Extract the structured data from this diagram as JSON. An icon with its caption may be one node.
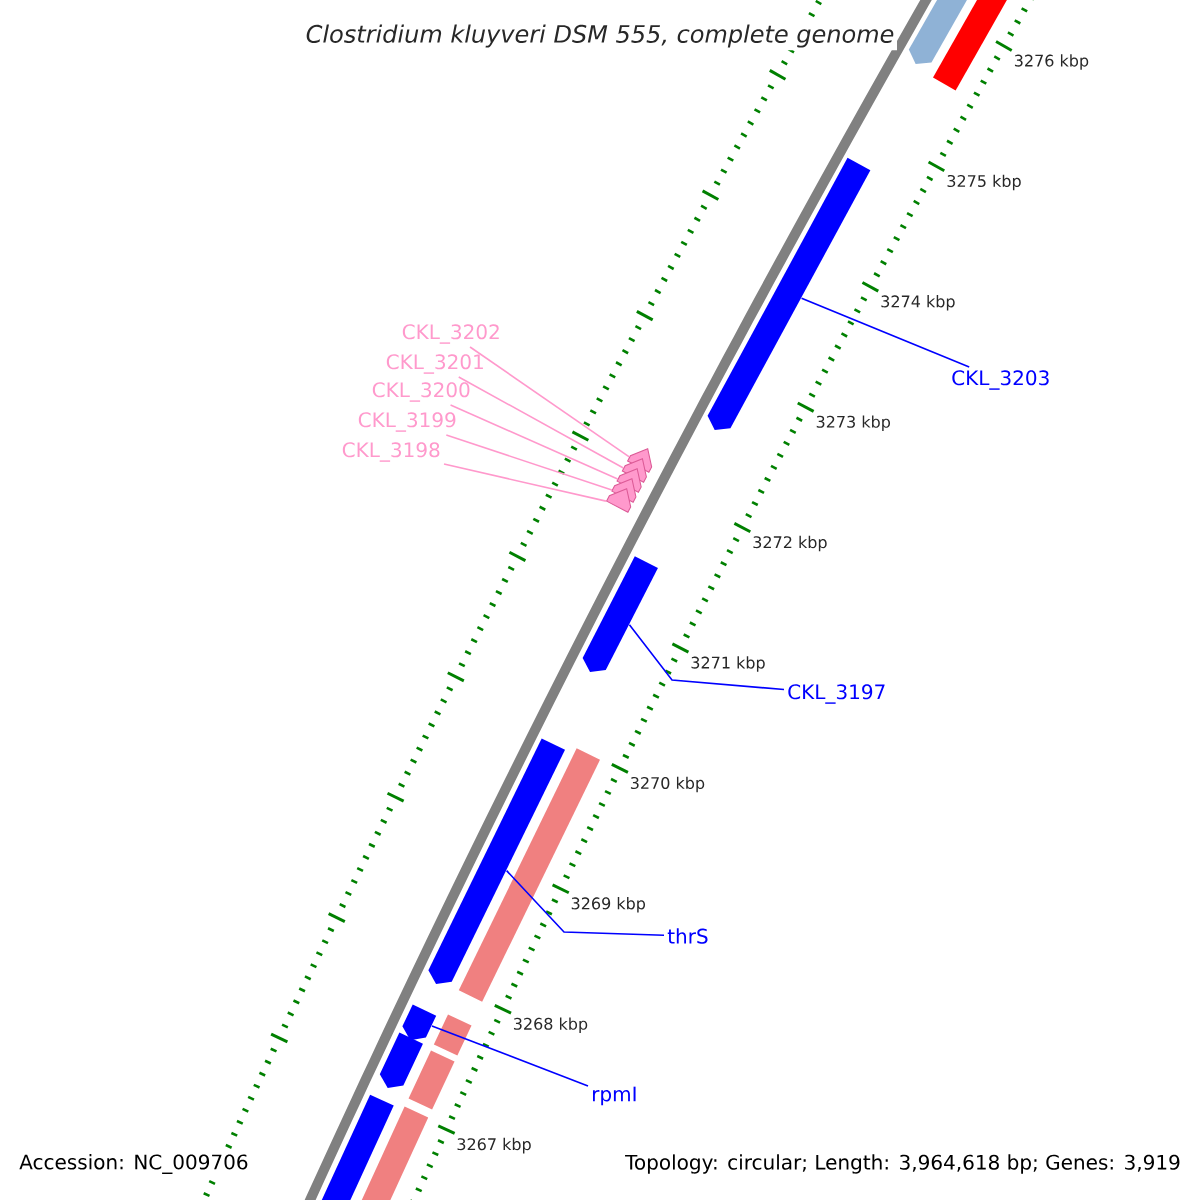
{
  "diagram": {
    "title": "Clostridium kluyveri DSM 555, complete genome",
    "nodes": [
      {
        "text": [
          "CKL_3202"
        ]
      },
      {
        "text": [
          "CKL_3201"
        ]
      },
      {
        "text": [
          "CKL_3200"
        ]
      },
      {
        "text": [
          "CKL_3199"
        ]
      },
      {
        "text": [
          "CKL_3198"
        ]
      },
      {
        "text": [
          "CKL_3203"
        ]
      },
      {
        "text": [
          "CKL_3197"
        ]
      },
      {
        "text": [
          "thrS"
        ]
      },
      {
        "text": [
          "rpmI"
        ]
      },
      {
        "text": [],
        "shape": "bar"
      },
      {
        "text": [],
        "shape": "bar"
      },
      {
        "text": [],
        "shape": "bar"
      },
      {
        "text": [],
        "shape": "bar"
      },
      {
        "text": [],
        "shape": "bar"
      },
      {
        "text": [],
        "shape": "bar"
      },
      {
        "text": [],
        "shape": "bar"
      },
      {
        "text": [],
        "shape": "bar"
      },
      {
        "text": [],
        "shape": "bar"
      },
      {
        "text": [],
        "shape": "bar"
      },
      {
        "text": [],
        "shape": "bar"
      },
      {
        "text": [],
        "shape": "bar"
      },
      {
        "text": [],
        "shape": "bar"
      },
      {
        "text": [],
        "shape": "bar"
      },
      {
        "text": [],
        "shape": "bar"
      },
      {
        "text": [],
        "shape": "bar"
      },
      {
        "text": [],
        "shape": "bar"
      }
    ],
    "edges": [
      {
        "from": 0,
        "to": 9,
        "arrow": "none"
      },
      {
        "from": 1,
        "to": 10,
        "arrow": "none"
      },
      {
        "from": 2,
        "to": 11,
        "arrow": "none"
      },
      {
        "from": 3,
        "to": 12,
        "arrow": "none"
      },
      {
        "from": 4,
        "to": 13,
        "arrow": "none"
      },
      {
        "from": 5,
        "to": 14,
        "arrow": "none",
        "color": "#0000ff"
      },
      {
        "from": 6,
        "to": 15,
        "arrow": "none",
        "color": "#0000ff"
      },
      {
        "from": 7,
        "to": 16,
        "arrow": "none",
        "color": "#0000ff"
      },
      {
        "from": 8,
        "to": 17,
        "arrow": "none",
        "color": "#0000ff"
      }
    ],
    "labels": [
      "3276 kbp",
      "3275 kbp",
      "3274 kbp",
      "3273 kbp",
      "3272 kbp",
      "3271 kbp",
      "3270 kbp",
      "3269 kbp",
      "3268 kbp",
      "3267 kbp",
      "Accession: NC_009706",
      "Topology: circular; Length: 3,964,618 bp; Genes: 3,919"
    ]
  }
}
